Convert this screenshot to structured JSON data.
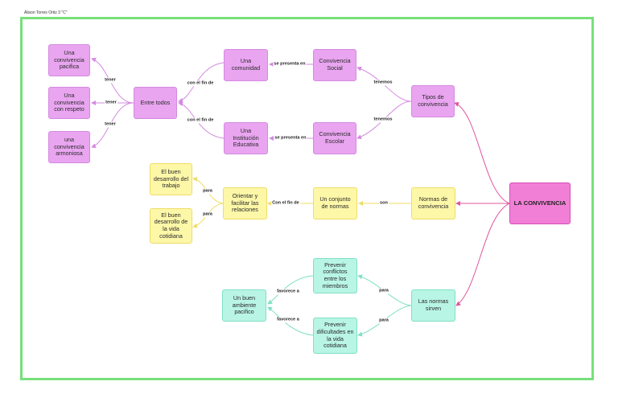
{
  "author": "Álison Torres Ortiz 3 \"C\"",
  "root": "LA CONVIVENCIA",
  "nodes": {
    "tipos": "Tipos de convivencia",
    "social": "Convivencia Social",
    "escolar": "Convivencia Escolar",
    "comunidad": "Una comunidad",
    "institucion": "Una Institución Educativa",
    "entre_todos": "Entre todos",
    "pacifica": "Una convivencia pacifica",
    "respeto": "Una convivencia con respeto",
    "armoniosa": "una convivencia armoniosa",
    "normas": "Normas de convivencia",
    "conjunto": "Un conjunto de normas",
    "orientar": "Orientar y facilitar las relaciones",
    "trabajo": "El buen desarrollo del trabajo",
    "vida": "El buen desarrollo de la vida cotidiana",
    "sirven": "Las normas sirven",
    "conflictos": "Prevenir conflictos entre los miembros",
    "dificultades": "Prevenir dificultades en la vida cotidiana",
    "ambiente": "Un buen ambiente pacifico"
  },
  "labels": {
    "tenemos_1": "tenemos",
    "tenemos_2": "tenemos",
    "presenta_1": "se presenta en",
    "presenta_2": "se presenta en",
    "fin_1": "con el fin de",
    "fin_2": "con el fin de",
    "tener_1": "tener",
    "tener_2": "tener",
    "tener_3": "tener",
    "son": "son",
    "fin_3": "Con el fin de",
    "para_1": "para",
    "para_2": "para",
    "para_3": "para",
    "para_4": "para",
    "favorece_1": "favorece a",
    "favorece_2": "favorece a"
  },
  "colors": {
    "frame": "#77e07a",
    "purple_branch": "#d48ae0",
    "yellow_branch": "#eedd66",
    "teal_branch": "#7fe0c6",
    "root_link": "#e0559f"
  }
}
